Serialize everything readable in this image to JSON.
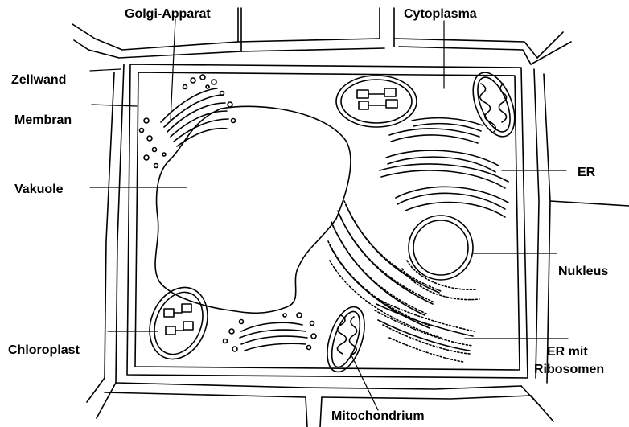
{
  "labels": {
    "golgi": "Golgi-Apparat",
    "cytoplasm": "Cytoplasma",
    "cell_wall": "Zellwand",
    "membrane": "Membran",
    "vacuole": "Vakuole",
    "er": "ER",
    "nucleus": "Nukleus",
    "chloroplast": "Chloroplast",
    "rough_er_line1": "ER mit",
    "rough_er_line2": "Ribosomen",
    "mitochondrion": "Mitochondrium"
  },
  "colors": {
    "line": "#000000",
    "background": "#ffffff"
  }
}
